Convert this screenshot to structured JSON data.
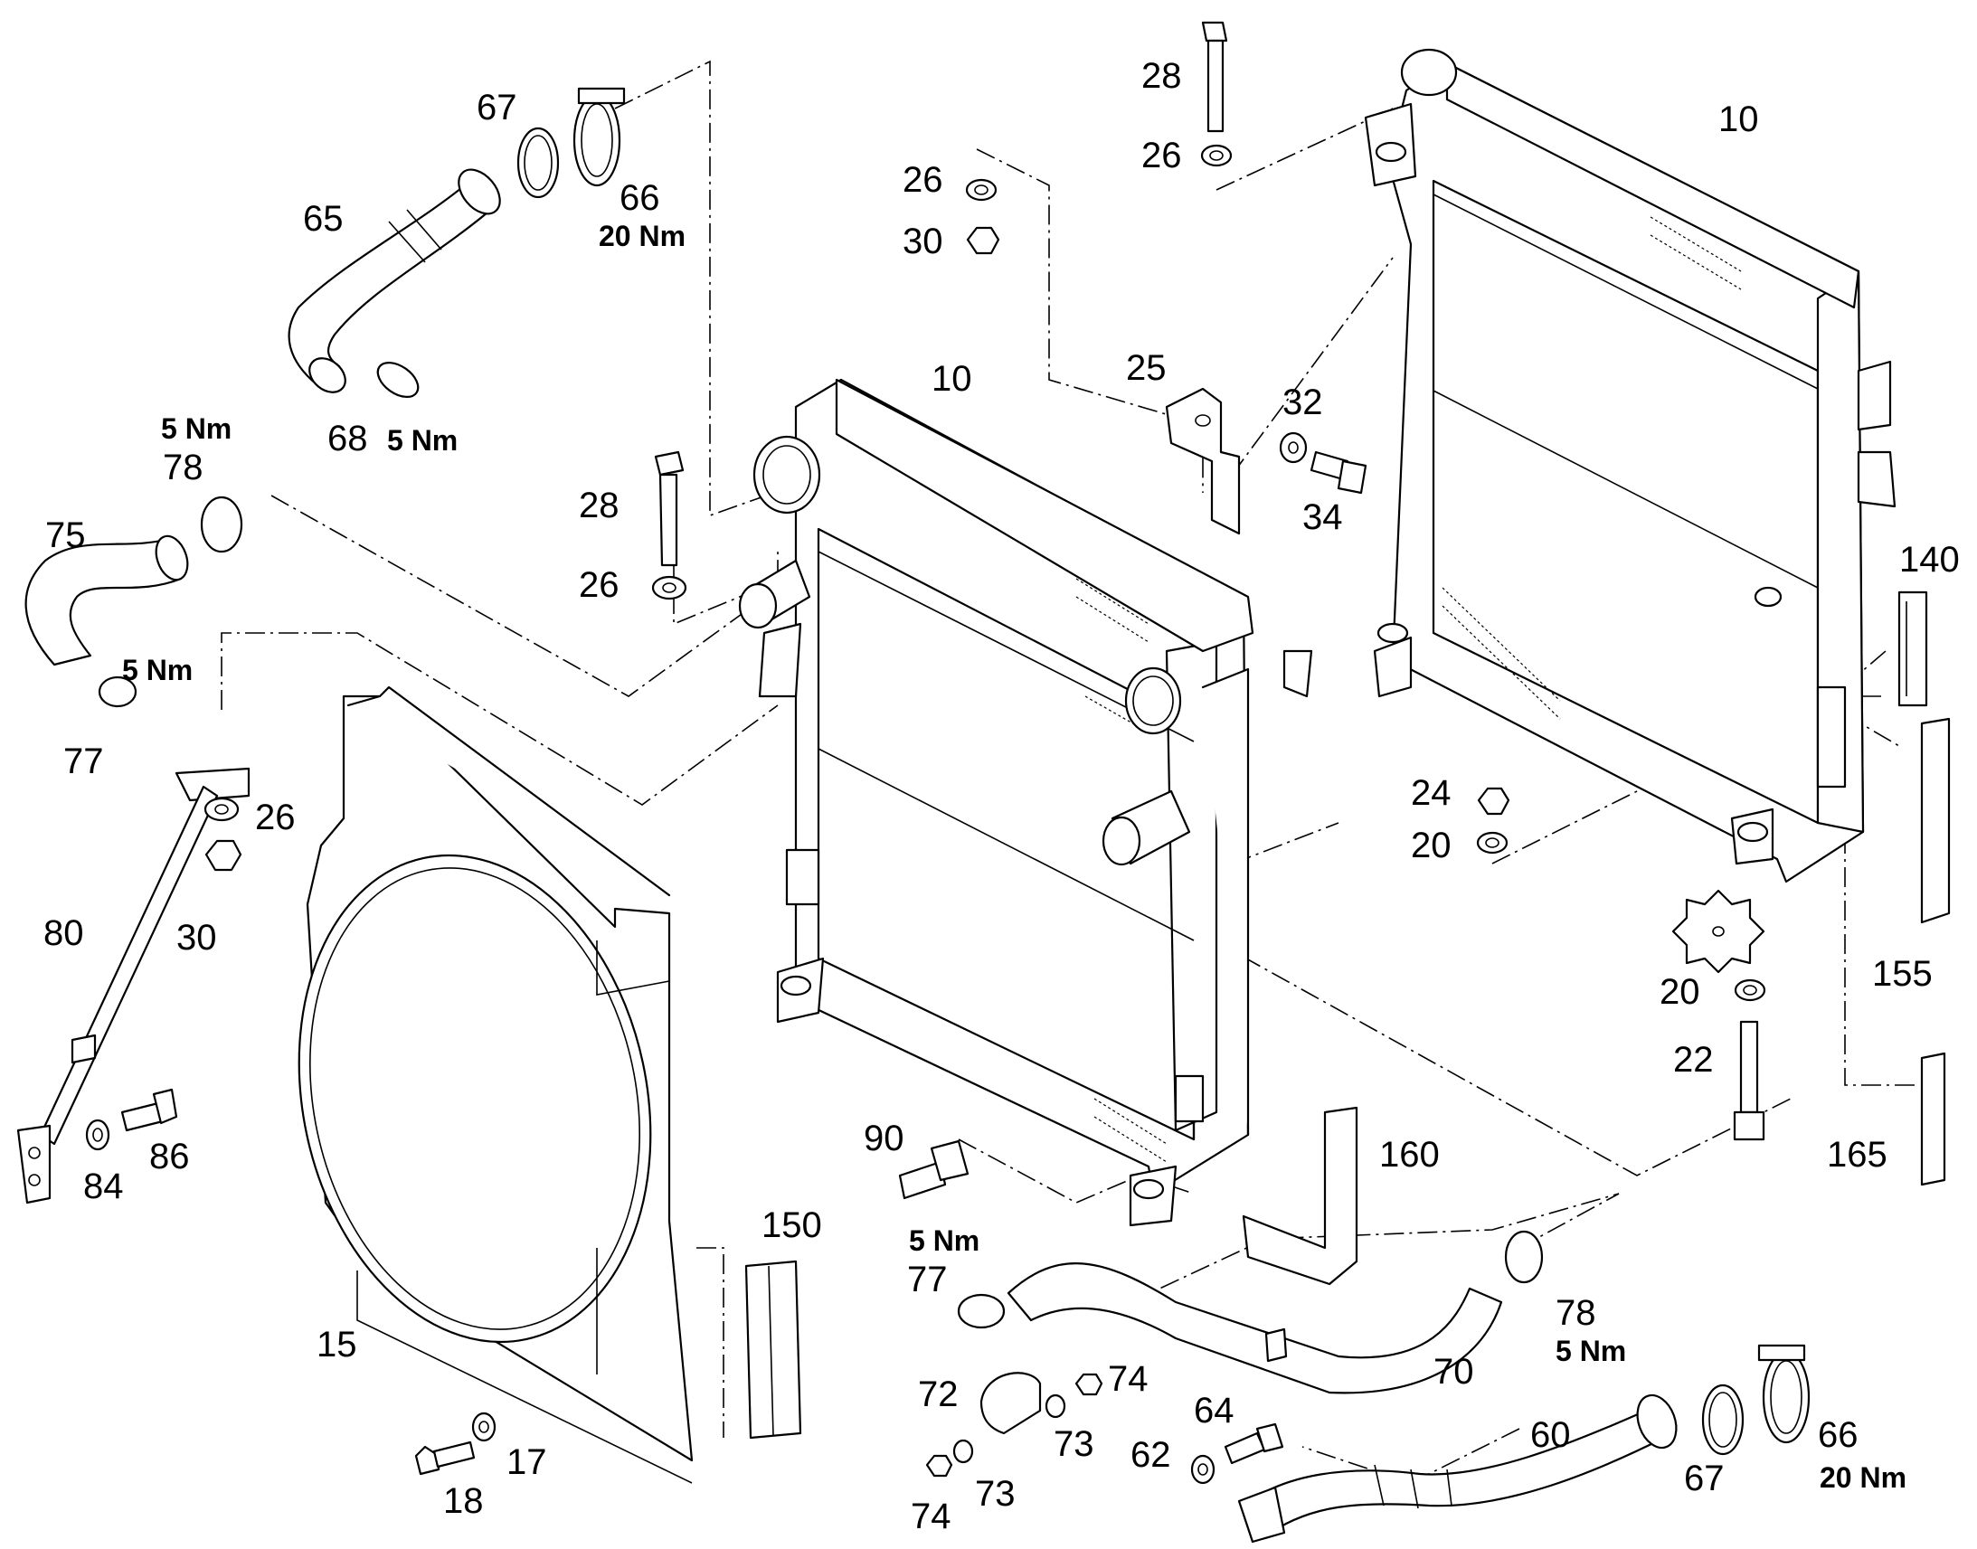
{
  "labels": {
    "l10a": "10",
    "l10b": "10",
    "l15": "15",
    "l17": "17",
    "l18": "18",
    "l20a": "20",
    "l20b": "20",
    "l22": "22",
    "l24": "24",
    "l25": "25",
    "l26a": "26",
    "l26b": "26",
    "l26c": "26",
    "l26d": "26",
    "l28a": "28",
    "l28b": "28",
    "l30a": "30",
    "l30b": "30",
    "l32": "32",
    "l34": "34",
    "l60": "60",
    "l62": "62",
    "l64": "64",
    "l65": "65",
    "l66a": "66",
    "l66b": "66",
    "l67a": "67",
    "l67b": "67",
    "l68": "68",
    "l70": "70",
    "l72": "72",
    "l73a": "73",
    "l73b": "73",
    "l74a": "74",
    "l74b": "74",
    "l75": "75",
    "l77a": "77",
    "l77b": "77",
    "l78a": "78",
    "l78b": "78",
    "l80": "80",
    "l84": "84",
    "l86": "86",
    "l90": "90",
    "l140": "140",
    "l150": "150",
    "l155": "155",
    "l160": "160",
    "l165": "165"
  },
  "torques": {
    "t66a": "20 Nm",
    "t66b": "20 Nm",
    "t68": "5 Nm",
    "t78a": "5 Nm",
    "t77a": "5 Nm",
    "t77b": "5 Nm",
    "t78b": "5 Nm"
  }
}
